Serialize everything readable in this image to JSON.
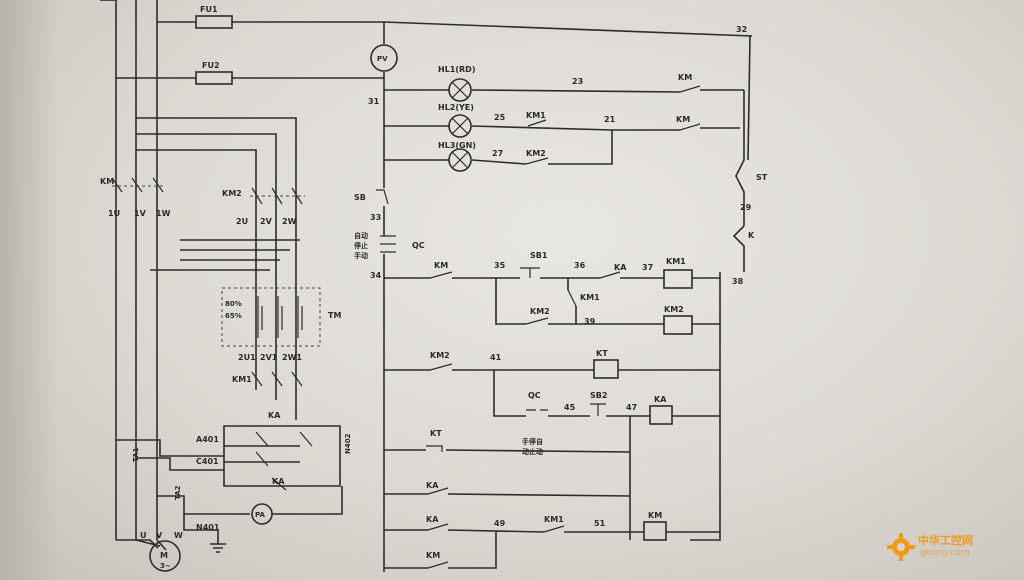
{
  "labels": {
    "fu1": "FU1",
    "fu2": "FU2",
    "n32": "32",
    "pv": "PV",
    "hl1": "HL1(RD)",
    "hl2": "HL2(YE)",
    "hl3": "HL3(GN)",
    "n23": "23",
    "km_a": "KM",
    "n31": "31",
    "n25": "25",
    "km1_a": "KM1",
    "n21": "21",
    "km_b": "KM",
    "n27": "27",
    "km2_a": "KM2",
    "st": "ST",
    "sb": "SB",
    "n33": "33",
    "auto": "自动",
    "stop": "停止",
    "manual": "手动",
    "qc": "QC",
    "n29": "29",
    "k": "K",
    "n34": "34",
    "km_c": "KM",
    "n35": "35",
    "sb1": "SB1",
    "n36": "36",
    "ka_a": "KA",
    "n37": "37",
    "km1_coil": "KM1",
    "n38": "38",
    "km1_b": "KM1",
    "km2_b": "KM2",
    "n39": "39",
    "km2_coil": "KM2",
    "km2_c": "KM2",
    "n41": "41",
    "kt_coil": "KT",
    "qc2": "QC",
    "sb2": "SB2",
    "n45": "45",
    "n47": "47",
    "ka_coil": "KA",
    "kt_contact": "KT",
    "qc_pos": "手停自",
    "qc_pos2": "动止动",
    "ka_b": "KA",
    "ka_c": "KA",
    "n49": "49",
    "km1_c": "KM1",
    "n51": "51",
    "km_coil": "KM",
    "km_d": "KM",
    "km_main": "KM",
    "u1": "1U",
    "v1": "1V",
    "w1": "1W",
    "km2_main": "KM2",
    "u2": "2U",
    "v2": "2V",
    "w2": "2W",
    "pct80": "80%",
    "pct65": "65%",
    "tm": "TM",
    "u21": "2U1",
    "v21": "2V1",
    "w21": "2W1",
    "km1_main": "KM1",
    "ka_top": "KA",
    "a401": "A401",
    "c401": "C401",
    "n402": "N402",
    "ka_bot": "KA",
    "pa": "PA",
    "n401": "N401",
    "ta1": "TA1",
    "ta2": "TA2",
    "u": "U",
    "v": "V",
    "w": "W",
    "motor": "M",
    "motor_sub": "3~"
  },
  "watermark": {
    "title": "中华工控网",
    "url": "gkong.com",
    "icon": "gear-icon",
    "color": "#f09a1a"
  }
}
